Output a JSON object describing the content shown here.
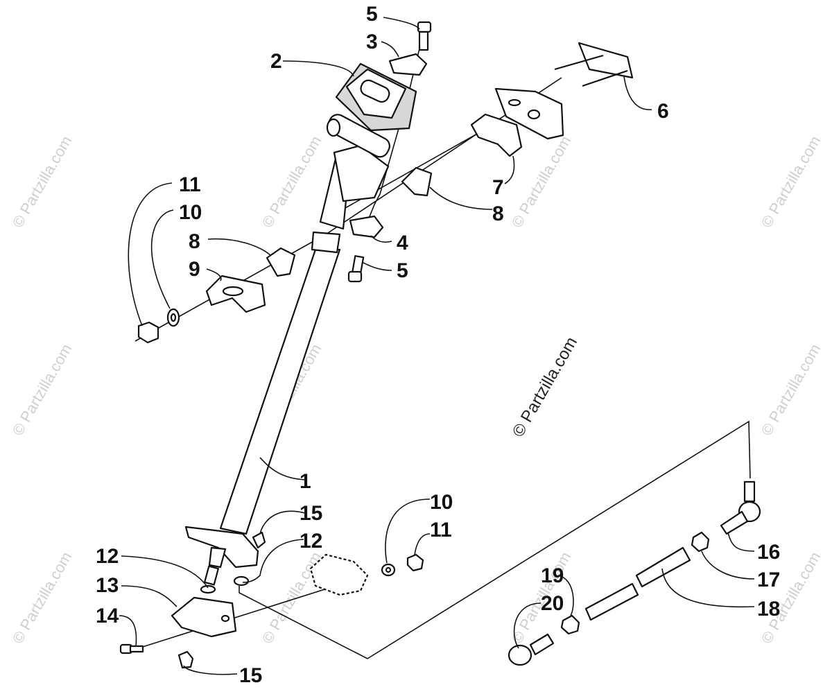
{
  "watermark": {
    "repeated_text": "© Partzilla.com",
    "center_text": "© Partzilla.com"
  },
  "callouts": {
    "c1": "1",
    "c2": "2",
    "c3": "3",
    "c4": "4",
    "c5a": "5",
    "c5b": "5",
    "c6": "6",
    "c7": "7",
    "c8a": "8",
    "c8b": "8",
    "c9": "9",
    "c10a": "10",
    "c10b": "10",
    "c11a": "11",
    "c11b": "11",
    "c12a": "12",
    "c12b": "12",
    "c13": "13",
    "c14": "14",
    "c15a": "15",
    "c15b": "15",
    "c16": "16",
    "c17": "17",
    "c18": "18",
    "c19": "19",
    "c20": "20"
  }
}
